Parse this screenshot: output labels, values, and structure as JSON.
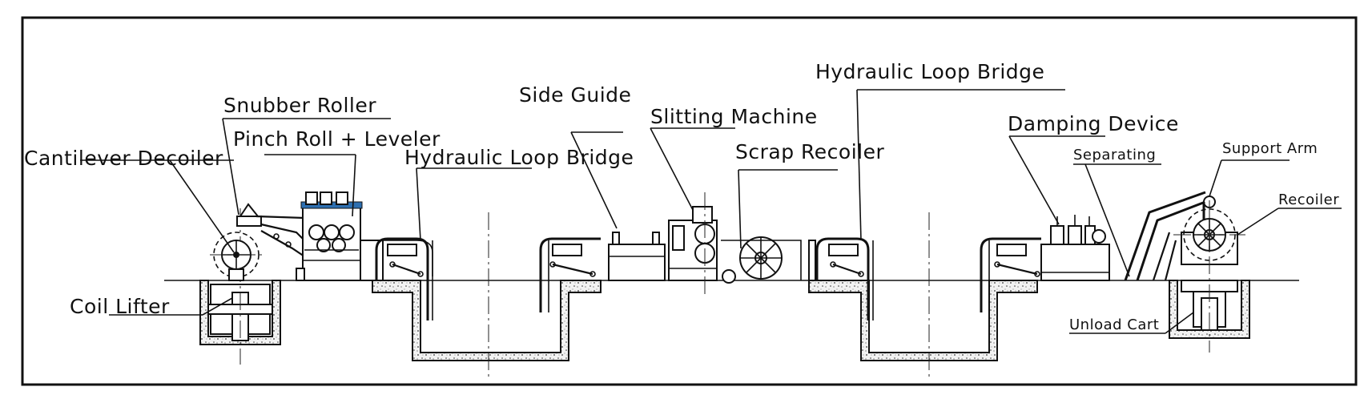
{
  "labels": {
    "cantilever_decoiler": "Cantilever Decoiler",
    "snubber_roller": "Snubber Roller",
    "pinch_roll_leveler": "Pinch Roll + Leveler",
    "coil_lifter": "Coil Lifter",
    "hydraulic_loop_bridge_1": "Hydraulic Loop Bridge",
    "side_guide": "Side Guide",
    "slitting_machine": "Slitting Machine",
    "scrap_recoiler": "Scrap Recoiler",
    "hydraulic_loop_bridge_2": "Hydraulic Loop Bridge",
    "damping_device": "Damping Device",
    "separating": "Separating",
    "support_arm": "Support Arm",
    "recoiler": "Recoiler",
    "unload_cart": "Unload Cart"
  },
  "colors": {
    "line": "#111111",
    "accent_blue": "#2d6fb0",
    "background": "#ffffff"
  }
}
